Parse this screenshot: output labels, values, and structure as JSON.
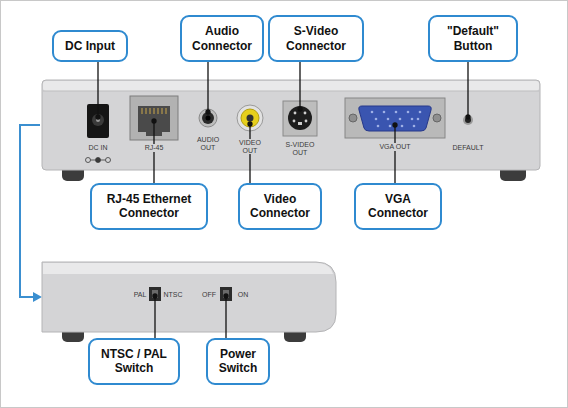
{
  "diagram": {
    "nodes": [
      {
        "text": [
          "DC Input"
        ]
      },
      {
        "text": [
          "Audio Connector"
        ]
      },
      {
        "text": [
          "S-Video Connector"
        ]
      },
      {
        "text": [
          "\"Default\" Button"
        ]
      },
      {
        "text": [
          "RJ-45 Ethernet Connector"
        ]
      },
      {
        "text": [
          "Video Connector"
        ]
      },
      {
        "text": [
          "VGA Connector"
        ]
      },
      {
        "text": [
          "NTSC / PAL Switch"
        ]
      },
      {
        "text": [
          "Power Switch"
        ]
      }
    ],
    "labels": [
      "DC IN",
      "RJ-45",
      "AUDIO OUT",
      "VIDEO OUT",
      "S-VIDEO OUT",
      "VGA OUT",
      "DEFAULT",
      "PAL",
      "NTSC",
      "OFF",
      "ON"
    ]
  }
}
